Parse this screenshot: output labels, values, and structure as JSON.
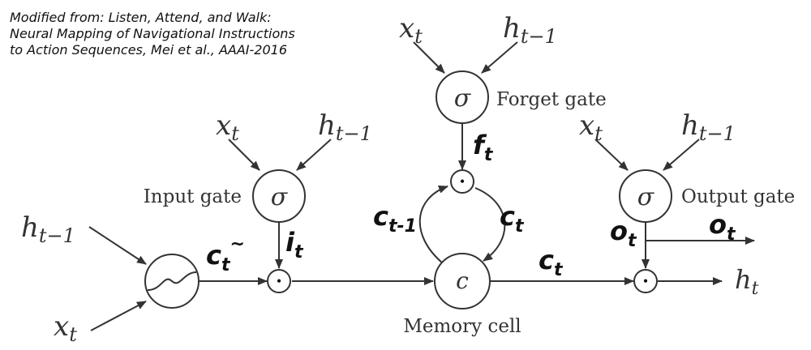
{
  "citation": {
    "line1": "Modified from: Listen, Attend, and Walk:",
    "line2": "Neural Mapping of Navigational Instructions",
    "line3": "to Action Sequences, Mei et al., AAAI-2016"
  },
  "nodes": {
    "forget_gate": {
      "symbol": "σ",
      "label": "Forget gate"
    },
    "input_gate": {
      "symbol": "σ",
      "label": "Input gate"
    },
    "output_gate": {
      "symbol": "σ",
      "label": "Output gate"
    },
    "memory_cell": {
      "symbol": "c",
      "label": "Memory cell"
    },
    "mult_symbol": "•"
  },
  "inputs": {
    "x": "x",
    "x_sub": "t",
    "h": "h",
    "h_sub": "t−1"
  },
  "signals": {
    "f": "f",
    "f_sub": "t",
    "i": "i",
    "i_sub": "t",
    "c_tilde": "c",
    "c_tilde_sub": "t",
    "c_tilde_sup": "~",
    "c_prev": "c",
    "c_prev_sub": "t-1",
    "c_loop": "c",
    "c_loop_sub": "t",
    "c_out": "c",
    "c_out_sub": "t",
    "o": "o",
    "o_sub": "t",
    "o_out": "o",
    "o_out_sub": "t",
    "h_out": "h",
    "h_out_sub": "t"
  }
}
